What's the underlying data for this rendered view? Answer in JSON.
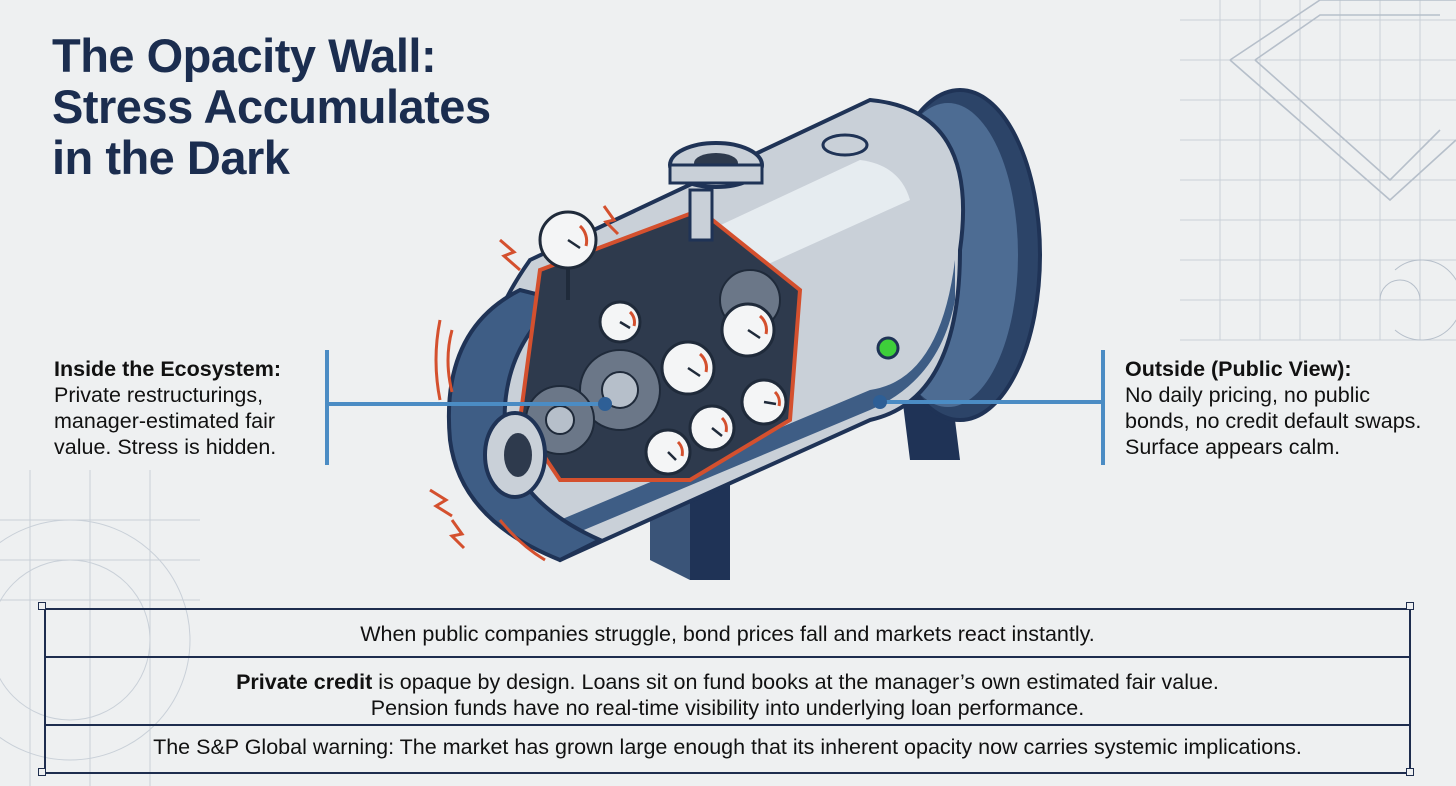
{
  "title": {
    "line1": "The Opacity Wall:",
    "line2": "Stress Accumulates",
    "line3": "in the Dark"
  },
  "callouts": {
    "left": {
      "heading": "Inside the Ecosystem:",
      "body": "Private restructurings, manager-estimated fair value. Stress is hidden."
    },
    "right": {
      "heading": "Outside (Public View):",
      "body": "No daily pricing, no public bonds, no credit default swaps. Surface appears calm."
    }
  },
  "info_panel": {
    "row1": "When public companies struggle, bond prices fall and markets react instantly.",
    "row2_bold": "Private credit",
    "row2_rest": " is opaque by design. Loans sit on fund books at the manager’s own estimated fair value.",
    "row2_line2": "Pension funds have no real-time visibility into underlying loan performance.",
    "row3": "The S&P Global warning: The market has grown large enough that its inherent opacity now carries systemic implications."
  },
  "colors": {
    "background": "#eef0f1",
    "title": "#1b2d4f",
    "tank_blue": "#3e5d85",
    "tank_dark": "#1f3356",
    "tank_silver": "#c9d0d8",
    "connector": "#4b8cc4",
    "stress_orange": "#d4502e",
    "indicator_green": "#3ecf3a"
  },
  "icons": {
    "tank": "pressure-vessel-cutaway-icon",
    "gauge": "pressure-gauge-icon",
    "spark": "stress-spark-icon",
    "indicator": "status-light-icon"
  }
}
